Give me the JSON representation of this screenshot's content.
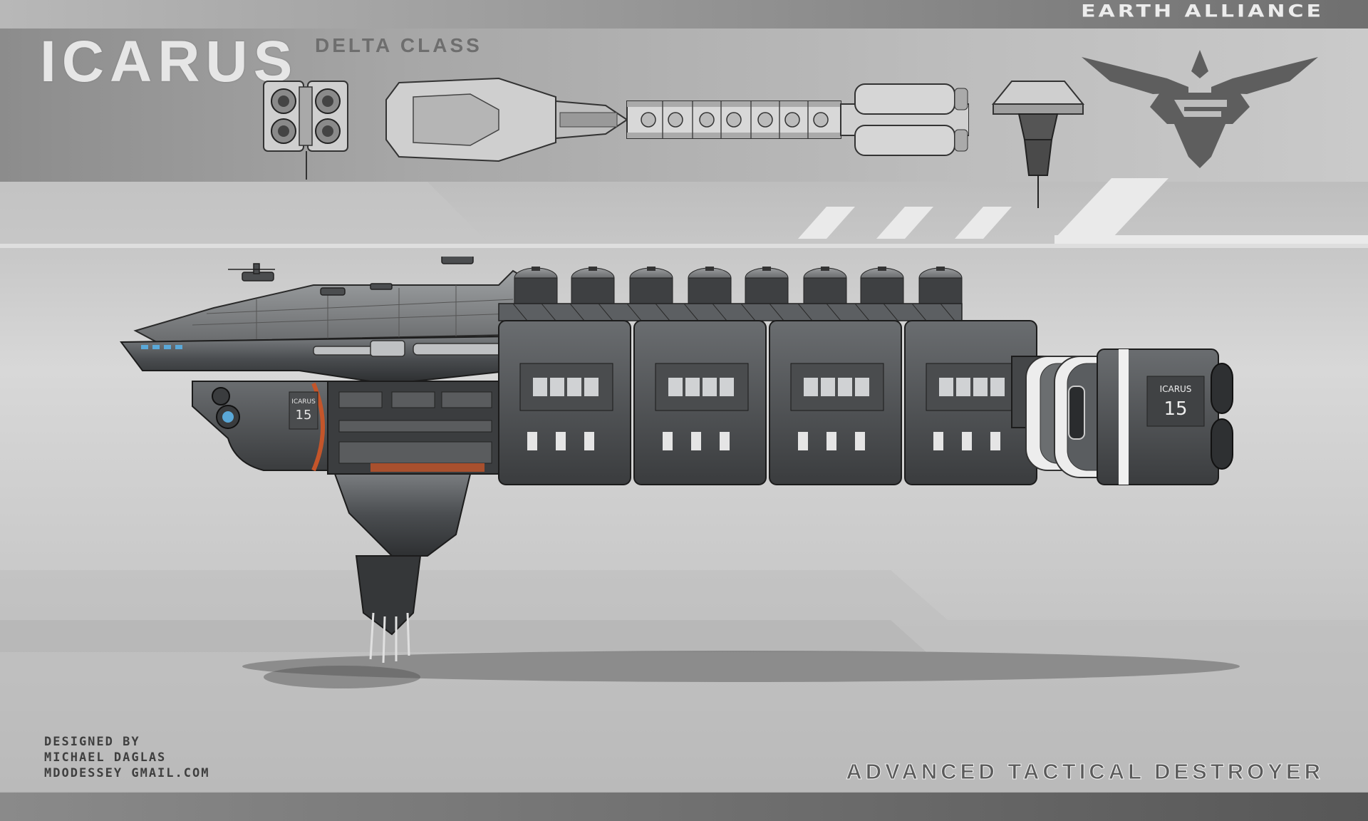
{
  "faction": "EARTH ALLIANCE",
  "ship_name": "ICARUS",
  "ship_class": "DELTA CLASS",
  "credits": {
    "line1": "DESIGNED BY",
    "line2": "MICHAEL DAGLAS",
    "line3": "MDODESSEY GMAIL.COM"
  },
  "ship_type": "ADVANCED TACTICAL DESTROYER",
  "hull_marking": {
    "name": "ICARUS",
    "number": "15"
  },
  "colors": {
    "hull_dark": "#3a3c3e",
    "hull_mid": "#6b6e70",
    "accent_orange": "#c4552a",
    "window_blue": "#5aa8d8"
  }
}
